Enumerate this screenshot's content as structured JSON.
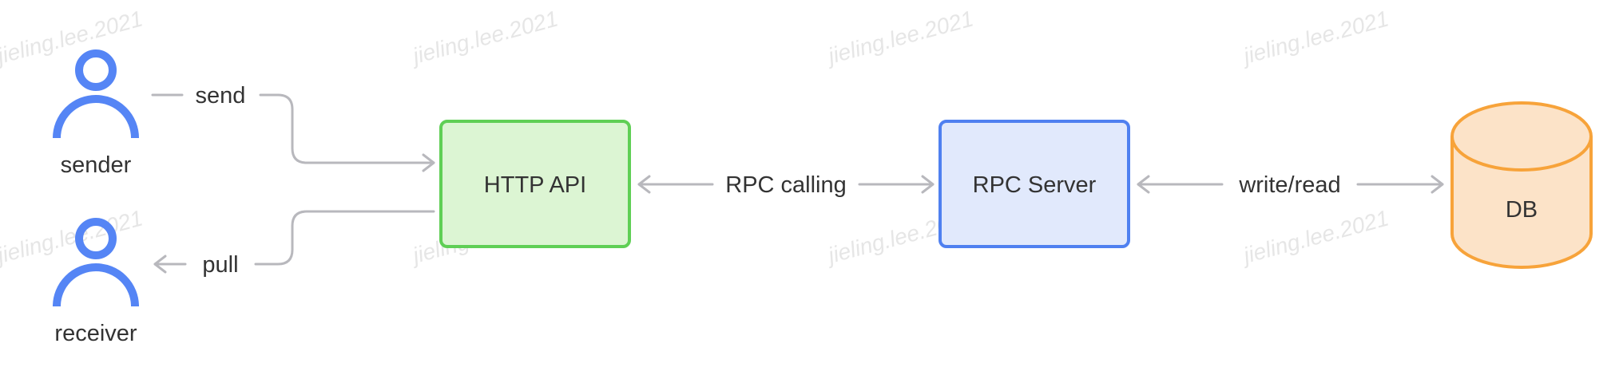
{
  "watermark": "jieling.lee.2021",
  "actors": {
    "sender": "sender",
    "receiver": "receiver"
  },
  "nodes": {
    "http_api": "HTTP API",
    "rpc_server": "RPC Server",
    "db": "DB"
  },
  "edges": {
    "send": "send",
    "pull": "pull",
    "rpc_calling": "RPC calling",
    "write_read": "write/read"
  },
  "colors": {
    "actor": "#5585f5",
    "http_fill": "#dcf5d3",
    "http_stroke": "#5fcf55",
    "rpc_fill": "#e1e9fc",
    "rpc_stroke": "#4f80f0",
    "db_fill": "#fce3c8",
    "db_stroke": "#f7a33a",
    "connector": "#b8b8bd"
  }
}
